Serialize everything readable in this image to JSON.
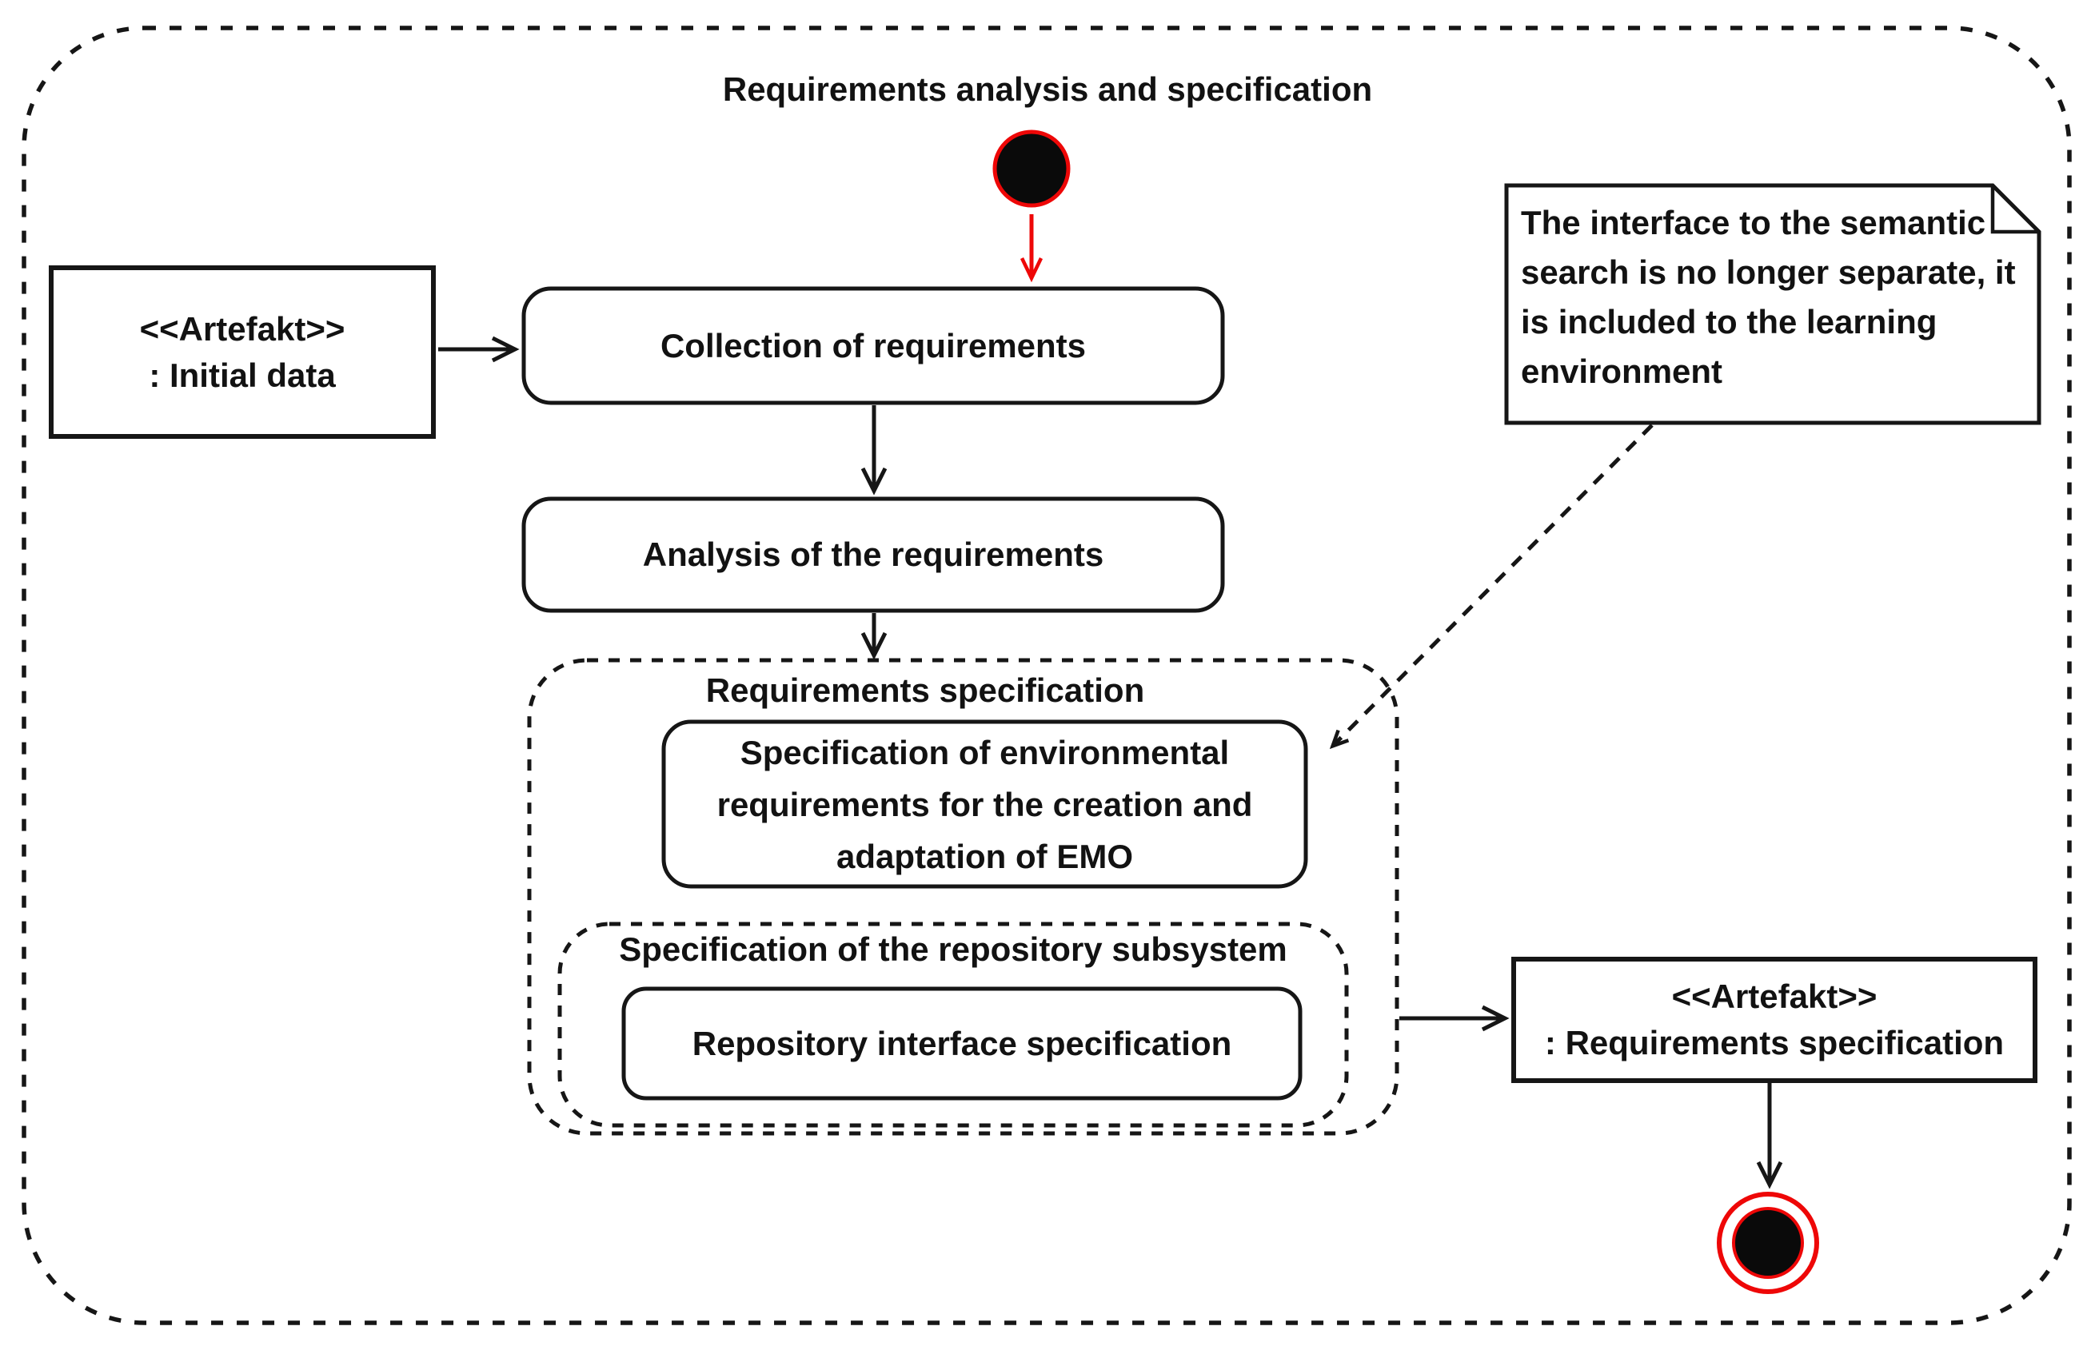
{
  "diagram": {
    "title": "Requirements analysis and specification",
    "colors": {
      "ink": "#161616",
      "accent_red": "#ee0707",
      "background": "#ffffff"
    },
    "nodes": {
      "initial_artifact": {
        "stereotype": "<<Artefakt>>",
        "name": ": Initial data"
      },
      "collection": {
        "label": "Collection of requirements"
      },
      "analysis": {
        "label": "Analysis of the requirements"
      },
      "spec_group": {
        "label": "Requirements specification"
      },
      "emo": {
        "label": "Specification of environmental requirements for the creation and adaptation of EMO"
      },
      "subsystem_group": {
        "label": "Specification of the repository subsystem"
      },
      "repo": {
        "label": "Repository interface specification"
      },
      "result_artifact": {
        "stereotype": "<<Artefakt>>",
        "name": ": Requirements specification"
      },
      "note": {
        "text": "The interface to the semantic search is no longer separate, it is included to the learning environment"
      }
    },
    "symbols": {
      "initial_node": "initial-node",
      "final_node": "final-activity-node"
    }
  }
}
